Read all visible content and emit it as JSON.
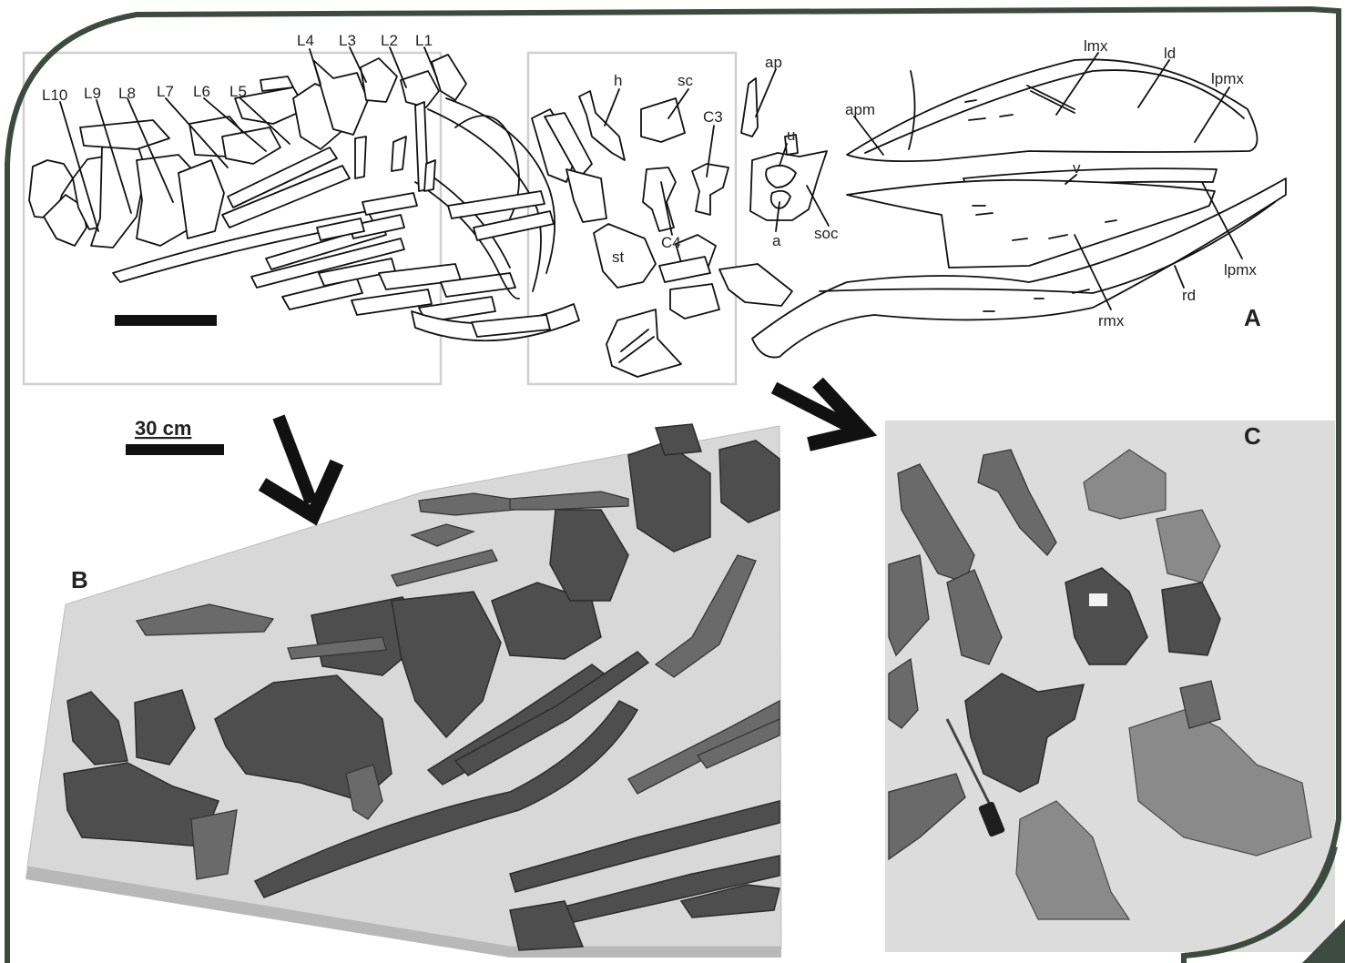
{
  "panels": {
    "A": "A",
    "B": "B",
    "C": "C"
  },
  "scale_bar": {
    "label": "30 cm"
  },
  "vertebra_labels": [
    "L10",
    "L9",
    "L8",
    "L7",
    "L6",
    "L5",
    "L4",
    "L3",
    "L2",
    "L1"
  ],
  "bone_labels": {
    "h": "h",
    "sc": "sc",
    "c3": "C3",
    "c4": "C4",
    "st": "st",
    "ap": "ap",
    "u": "u",
    "a": "a",
    "soc": "soc",
    "lmx": "lmx",
    "ld": "ld",
    "lpmx_upper": "lpmx",
    "apm": "apm",
    "v": "v",
    "lpmx_lower": "lpmx",
    "rd": "rd",
    "rmx": "rmx"
  },
  "colors": {
    "frame": "#3d4a3f",
    "rock": "#d9d9d9",
    "bone_dark": "#4e4e4e",
    "box_outline": "#cccccc"
  }
}
